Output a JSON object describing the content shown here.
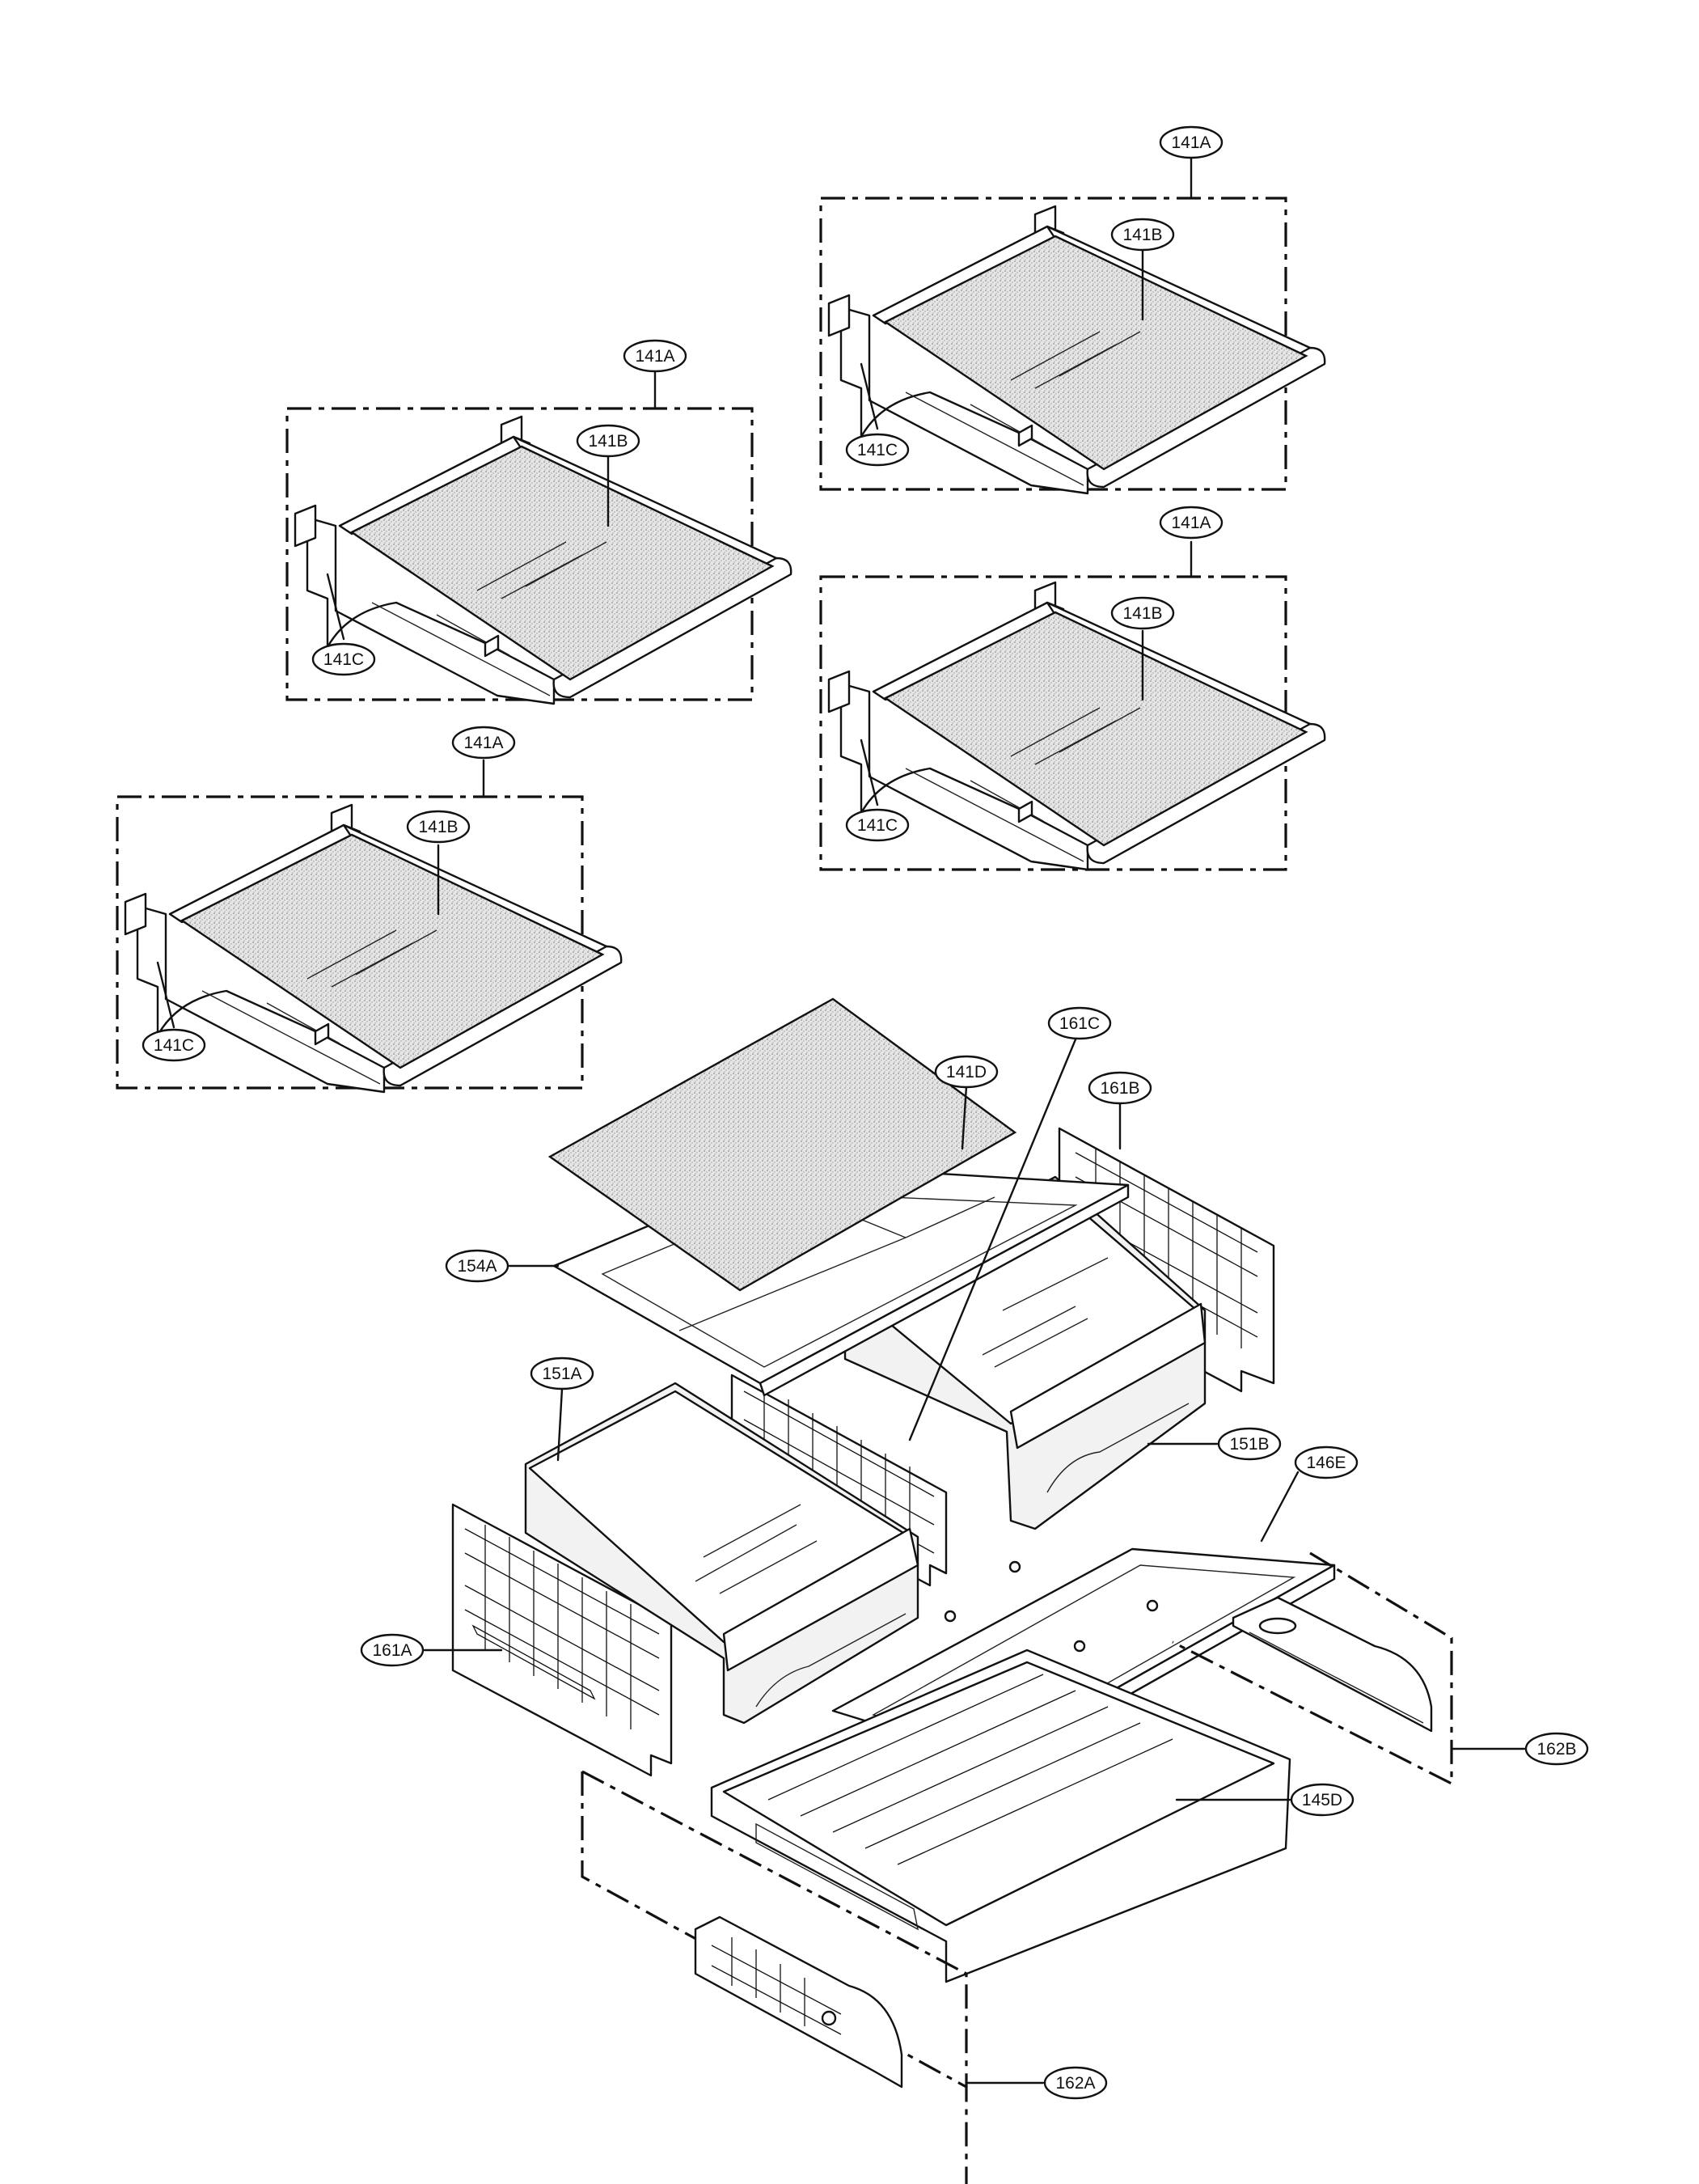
{
  "callouts": {
    "shelf_1": {
      "assembly": "141A",
      "glass": "141B",
      "frame": "141C"
    },
    "shelf_2": {
      "assembly": "141A",
      "glass": "141B",
      "frame": "141C"
    },
    "shelf_3": {
      "assembly": "141A",
      "glass": "141B",
      "frame": "141C"
    },
    "shelf_4": {
      "assembly": "141A",
      "glass": "141B",
      "frame": "141C"
    },
    "cover_glass": "141D",
    "cover_frame": "154A",
    "crisper_left": "151A",
    "crisper_right": "151B",
    "cover_center": "161C",
    "side_cover_left": "161A",
    "side_cover_right": "161B",
    "pan_frame": "146E",
    "drawer": "145D",
    "rail_left": "162A",
    "rail_right": "162B"
  }
}
